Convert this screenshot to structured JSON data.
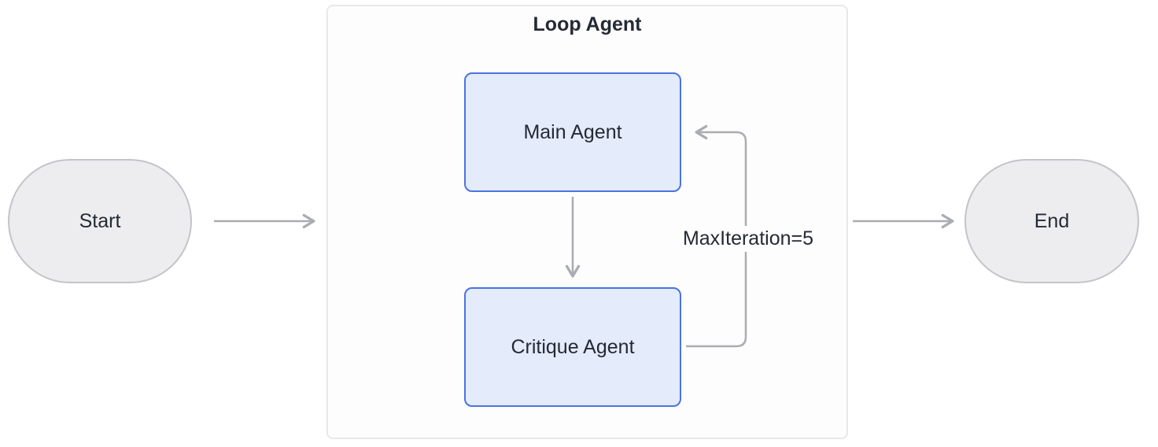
{
  "diagram": {
    "start": {
      "label": "Start"
    },
    "end": {
      "label": "End"
    },
    "loop": {
      "title": "Loop Agent",
      "nodes": [
        {
          "label": "Main Agent"
        },
        {
          "label": "Critique Agent"
        }
      ],
      "edge_label": "MaxIteration=5"
    },
    "edges": [
      {
        "from": "Start",
        "to": "Loop Agent",
        "label": ""
      },
      {
        "from": "Main Agent",
        "to": "Critique Agent",
        "label": ""
      },
      {
        "from": "Critique Agent",
        "to": "Main Agent",
        "label": "MaxIteration=5"
      },
      {
        "from": "Loop Agent",
        "to": "End",
        "label": ""
      }
    ],
    "colors": {
      "node_fill": "#ededf0",
      "node_border": "#c3c4c9",
      "agent_fill": "#e4ebfb",
      "agent_border": "#4b73e2",
      "container_fill": "#fdfdfd",
      "container_border": "#e8e8ea",
      "arrow": "#aaacb1",
      "text": "#242a35"
    }
  }
}
